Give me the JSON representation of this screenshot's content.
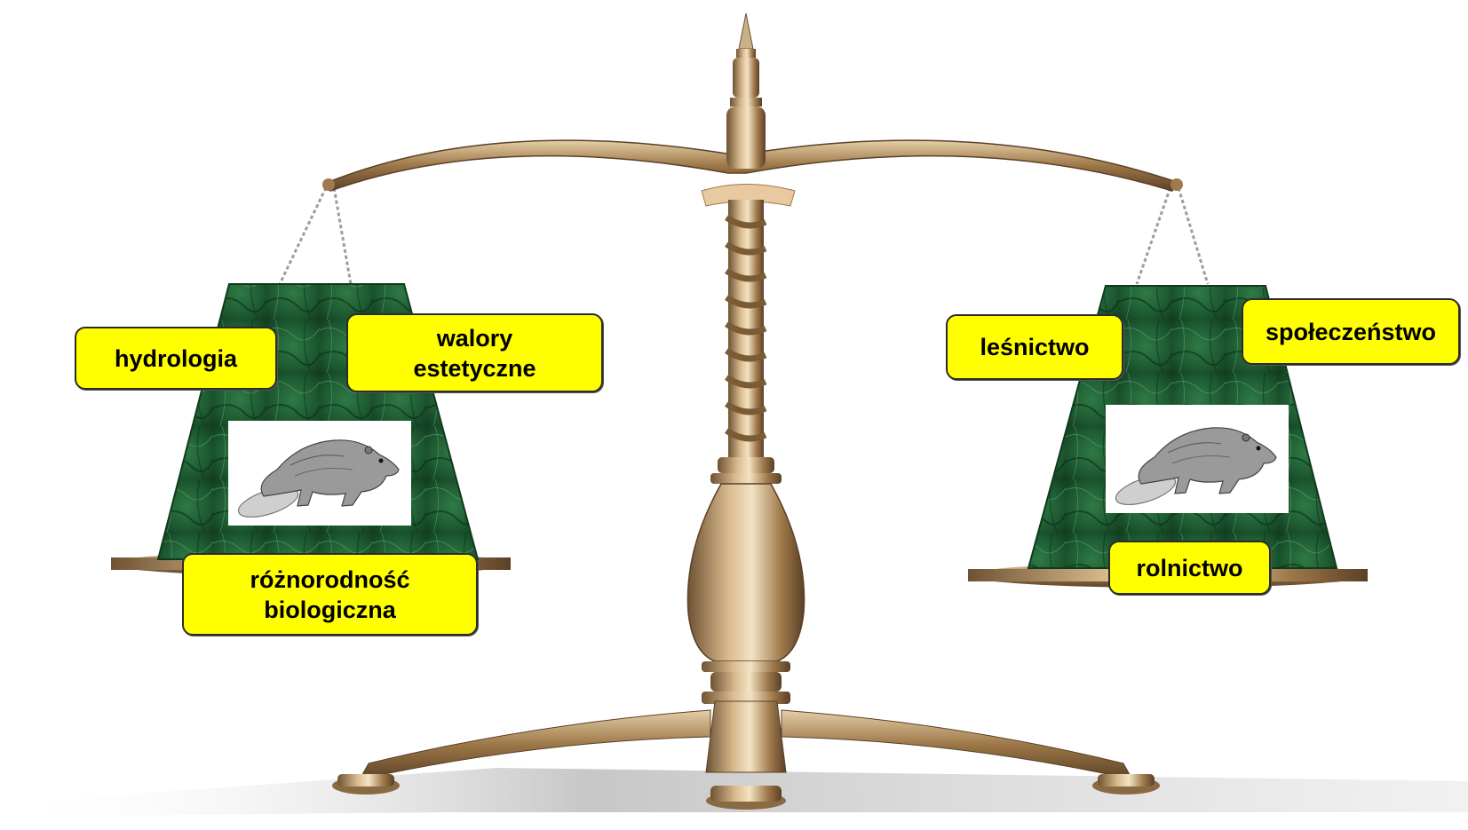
{
  "labels": {
    "left_top_1": "hydrologia",
    "left_top_2_line1": "walory",
    "left_top_2_line2": "estetyczne",
    "left_bottom_line1": "różnorodność",
    "left_bottom_line2": "biologiczna",
    "right_top_1": "leśnictwo",
    "right_top_2": "społeczeństwo",
    "right_bottom": "rolnictwo"
  },
  "images": {
    "left_pan_image": "beaver-illustration",
    "right_pan_image": "beaver-illustration",
    "scale": "balance-scale-illustration"
  },
  "colors": {
    "label_fill": "#ffff00",
    "label_border": "#2b2b2b",
    "marble": "#1f5a30",
    "brass": "#b08a5a"
  }
}
